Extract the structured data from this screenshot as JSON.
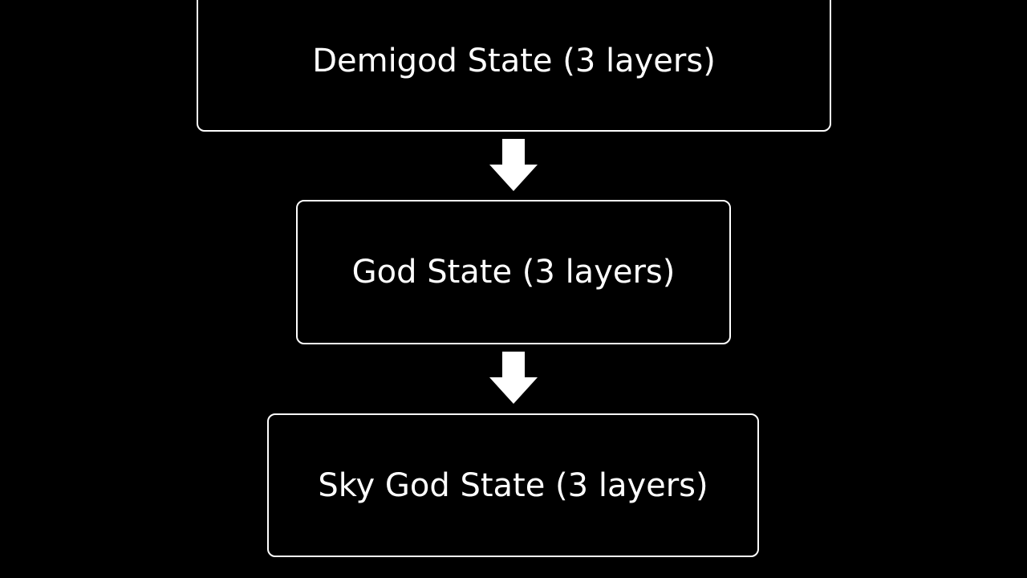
{
  "diagram": {
    "nodes": [
      {
        "label": "Demigod State (3 layers)"
      },
      {
        "label": "God State (3 layers)"
      },
      {
        "label": "Sky God State (3 layers)"
      }
    ]
  }
}
